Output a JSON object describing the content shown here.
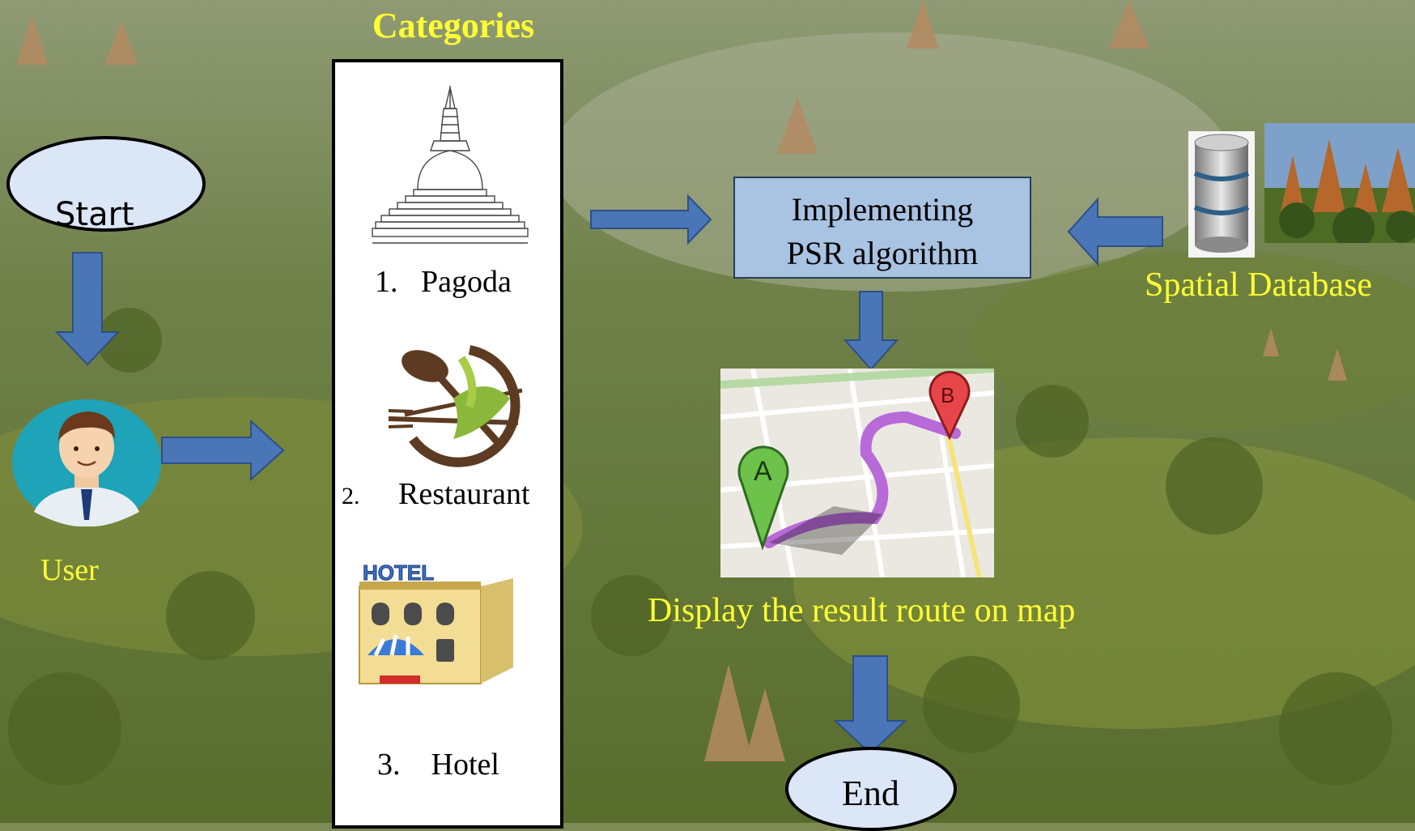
{
  "diagram": {
    "categories_title": "Categories",
    "start_label": "Start",
    "end_label": "End",
    "user_label": "User",
    "categories": [
      {
        "number": "1.",
        "name": "Pagoda",
        "icon": "pagoda-icon"
      },
      {
        "number": "2.",
        "name": "Restaurant",
        "icon": "restaurant-icon"
      },
      {
        "number": "3.",
        "name": "Hotel",
        "icon": "hotel-icon"
      }
    ],
    "algorithm_box": {
      "line1": "Implementing",
      "line2": "PSR algorithm"
    },
    "database_label": "Spatial Database",
    "map": {
      "pin_a": "A",
      "pin_b": "B"
    },
    "display_caption": "Display the result route on map"
  },
  "colors": {
    "arrow": "#4a76b8",
    "highlight_text": "#ffff33",
    "algorithm_box": "#a9c3e2",
    "oval_fill": "#dbe6f6",
    "route": "#b86ad8",
    "pin_a": "#6cc24a",
    "pin_b": "#e8454a"
  }
}
